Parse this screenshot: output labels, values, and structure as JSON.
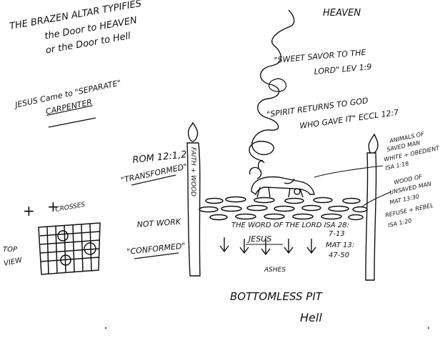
{
  "title": {
    "line1": "THE BRAZEN ALTAR TYPIFIES",
    "line2": "the Door to HEAVEN",
    "line3": "or the Door to Hell"
  },
  "jesus_note": {
    "line1": "JESUS Came to \"SEPARATE\"",
    "line2": "CARPENTER"
  },
  "heaven": {
    "label": "HEAVEN",
    "quote1_line1": "\"SWEET SAVOR TO THE",
    "quote1_line2": "LORD\" LEV 1:9",
    "quote2_line1": "\"SPIRIT RETURNS TO GOD",
    "quote2_line2": "WHO GAVE IT\" ECCL 12:7"
  },
  "left_side": {
    "rom": "ROM 12:1,2",
    "transformed": "\"TRANSFORMED\"",
    "not_work": "NOT WORK",
    "conformed": "\"CONFORMED\"",
    "post_text": "FAITH + WOOD"
  },
  "crosses": {
    "plus1": "+",
    "plus2": "+",
    "crosses_label": "CROSSES",
    "top_view_line1": "TOP",
    "top_view_line2": "VIEW"
  },
  "center": {
    "word_line": "THE WORD OF THE LORD ISA 28:",
    "jesus": "JESUS",
    "ref1_line1": "7-13",
    "ref1_line2": "MAT 13:",
    "ref1_line3": "47-50",
    "ashes": "ASHES"
  },
  "right_side": {
    "animals_line1": "ANIMALS OF",
    "animals_line2": "SAVED MAN",
    "animals_line3": "WHITE + OBEDIENT",
    "animals_line4": "ISA 1:18",
    "wood_line1": "WOOD OF",
    "wood_line2": "UNSAVED MAN",
    "wood_line3": "MAT 13:30",
    "wood_line4": "REFUSE + REBEL",
    "wood_line5": "ISA 1:20"
  },
  "bottom": {
    "pit": "BOTTOMLESS PIT",
    "hell": "Hell"
  }
}
